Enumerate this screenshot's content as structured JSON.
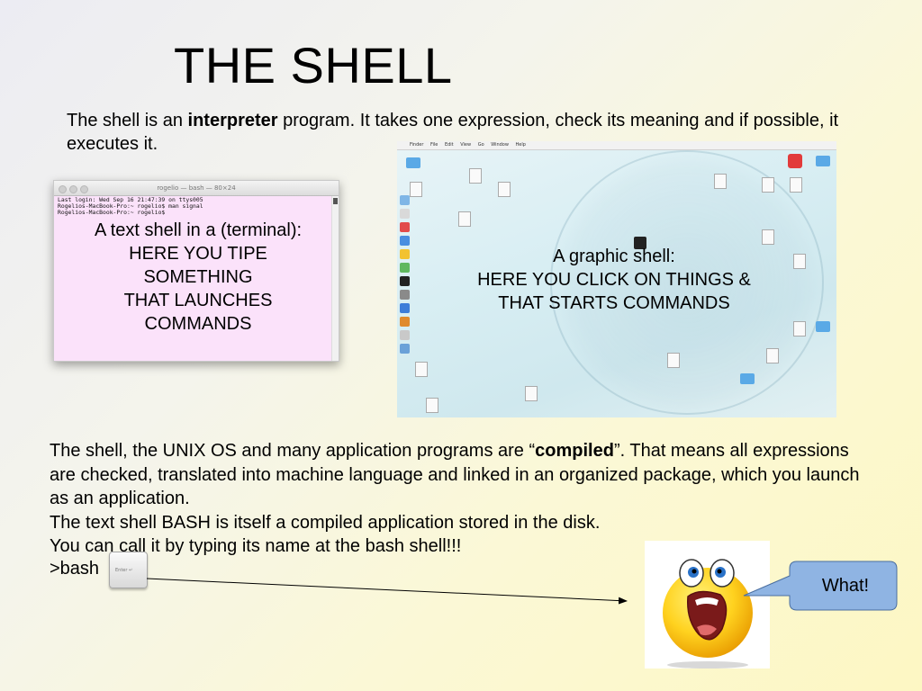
{
  "title": "THE SHELL",
  "intro": {
    "pre": "The shell is an ",
    "bold": "interpreter",
    "post": " program. It takes one expression, check its meaning and if possible, it executes it."
  },
  "terminal": {
    "window_title": "rogelio — bash — 80×24",
    "lines": [
      "Last login: Wed Sep 16 21:47:39 on ttys005",
      "Rogelios-MacBook-Pro:~ rogelio$ man signal",
      "Rogelios-MacBook-Pro:~ rogelio$ "
    ],
    "caption": "A text shell in a (terminal):\nHERE YOU TIPE\nSOMETHING\nTHAT LAUNCHES\nCOMMANDS"
  },
  "desktop": {
    "menu_items": [
      "Finder",
      "File",
      "Edit",
      "View",
      "Go",
      "Window",
      "Help"
    ],
    "caption": "A graphic shell:\nHERE YOU CLICK ON THINGS &\nTHAT STARTS COMMANDS"
  },
  "body": {
    "p1_pre": "The shell, the UNIX OS and many application programs are “",
    "p1_bold": "compiled",
    "p1_post": "”. That means all expressions are checked,  translated into machine language and linked in an organized package, which you launch as an application.",
    "p2": "The text shell BASH is itself a compiled application stored in the disk.",
    "p3": "You can call it by typing its name at the bash shell!!!"
  },
  "prompt": ">bash",
  "enter_key_label": "Enter ↵",
  "callout": "What!",
  "colors": {
    "terminal_bg": "#fbe2fa",
    "callout_fill": "#8fb4e3",
    "callout_stroke": "#4a6ea0",
    "smiley_yellow": "#ffd21f"
  }
}
